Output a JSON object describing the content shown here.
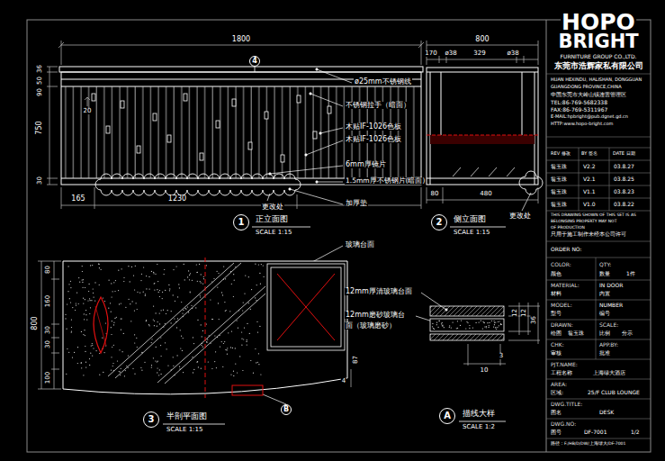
{
  "diagram": {
    "nodes": [
      {
        "text": [
          "4"
        ]
      },
      {
        "text": [
          "1"
        ]
      },
      {
        "text": [
          "2"
        ]
      },
      {
        "text": [
          "B"
        ]
      },
      {
        "text": [
          "3"
        ]
      },
      {
        "text": [
          "A"
        ]
      }
    ],
    "labels": [
      "1800",
      "36",
      "50",
      "90",
      "750",
      "30",
      "20",
      "165",
      "1230",
      "ø25mm不锈钢线",
      "不锈钢拉手（暗面）",
      "木贴IF-1026色板",
      "木贴IF-1026色板",
      "6mm厚镜片",
      "1.5mm厚不锈钢片(暗面)",
      "加厚垫",
      "更改处",
      "正立面图",
      "SCALE 1:15",
      "800",
      "170",
      "ø38",
      "329",
      "ø38",
      "80",
      "480",
      "更改处",
      "侧立面图",
      "SCALE 1:15",
      "玻璃台面",
      "800",
      "80",
      "160",
      "30",
      "30",
      "100",
      "87",
      "4",
      "12mm厚清玻璃台面",
      "12mm磨砂玻璃台",
      "面（玻璃磨砂）",
      "12",
      "12",
      "36",
      "10",
      "3",
      "半剖平面图",
      "SCALE 1:15",
      "描线大样",
      "SCALE 1:2",
      "HOPO",
      "BRIGHT",
      "FURNITURE GROUP CO.,LTD.",
      "东莞市浩辉家私有限公司",
      "HUAN HEXINDU, HALISHAN, DONGGUAN",
      "GUANGDONG PROVINCE,CHINA",
      "中国东莞市大岭山镇连营管理区",
      "TEL:86-769-5682338",
      "FAX:86-769-5311967",
      "E-MAIL:hpbright@pub.dgnet.gd.cn",
      "HTTP:www.hopo-bright.com",
      "REV 修改",
      "BY 签名",
      "DATE 日期",
      "翁玉珠",
      "V2.2",
      "03.8.27",
      "翁玉珠",
      "V2.1",
      "03.8.25",
      "翁玉珠",
      "V1.1",
      "03.8.23",
      "翁玉珠",
      "V1.0",
      "03.8.22",
      "THIS DRAWING SHOWN OF THIS SET IS AS",
      "BELONGING PROPERTY MAY NOT",
      "OF PRODUCTION",
      "只用于施工制作未经本公司许可",
      "ORDER NO:",
      "COLOR:",
      "QTY:",
      "颜色",
      "数量",
      "1件",
      "MATERIAL:",
      "IN DOOR",
      "材料",
      "内置",
      "MODEL:",
      "NUMBER",
      "型号",
      "编号",
      "DRAWN:",
      "SCALE:",
      "绘图",
      "翁玉珠",
      "比例",
      "分示",
      "CHK:",
      "APP.BY:",
      "审核",
      "批准",
      "PJT.NAME:",
      "工程名称",
      "上海绿大酒店",
      "AREA:",
      "区域:",
      "25/F CLUB LOUNGE",
      "DWG.TITLE:",
      "图名",
      "DESK",
      "DWG.NO:",
      "图号",
      "DF-7001",
      "1/2",
      "路径：F:/HB/D/DW/上海绿大/DF-7001"
    ]
  }
}
